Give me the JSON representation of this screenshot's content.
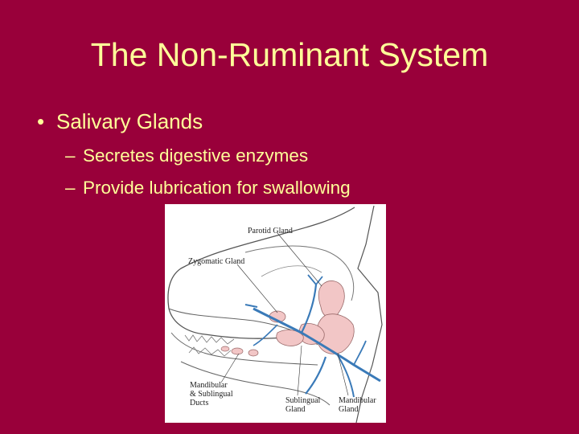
{
  "slide": {
    "title": "The Non-Ruminant System",
    "bullet": "Salivary Glands",
    "sub_bullets": [
      "Secretes digestive enzymes",
      "Provide lubrication for swallowing"
    ],
    "bullet_glyph": "•",
    "dash_glyph": "–"
  },
  "figure": {
    "labels": {
      "parotid": "Parotid Gland",
      "zygomatic": "Zygomatic Gland",
      "mandibular_ducts": "Mandibular\n& Sublingual\nDucts",
      "sublingual": "Sublingual\nGland",
      "mandibular": "Mandibular\nGland"
    }
  },
  "colors": {
    "background": "#99003a",
    "text": "#ffff99",
    "gland": "#f2c6c6",
    "duct": "#3a7ab8"
  }
}
